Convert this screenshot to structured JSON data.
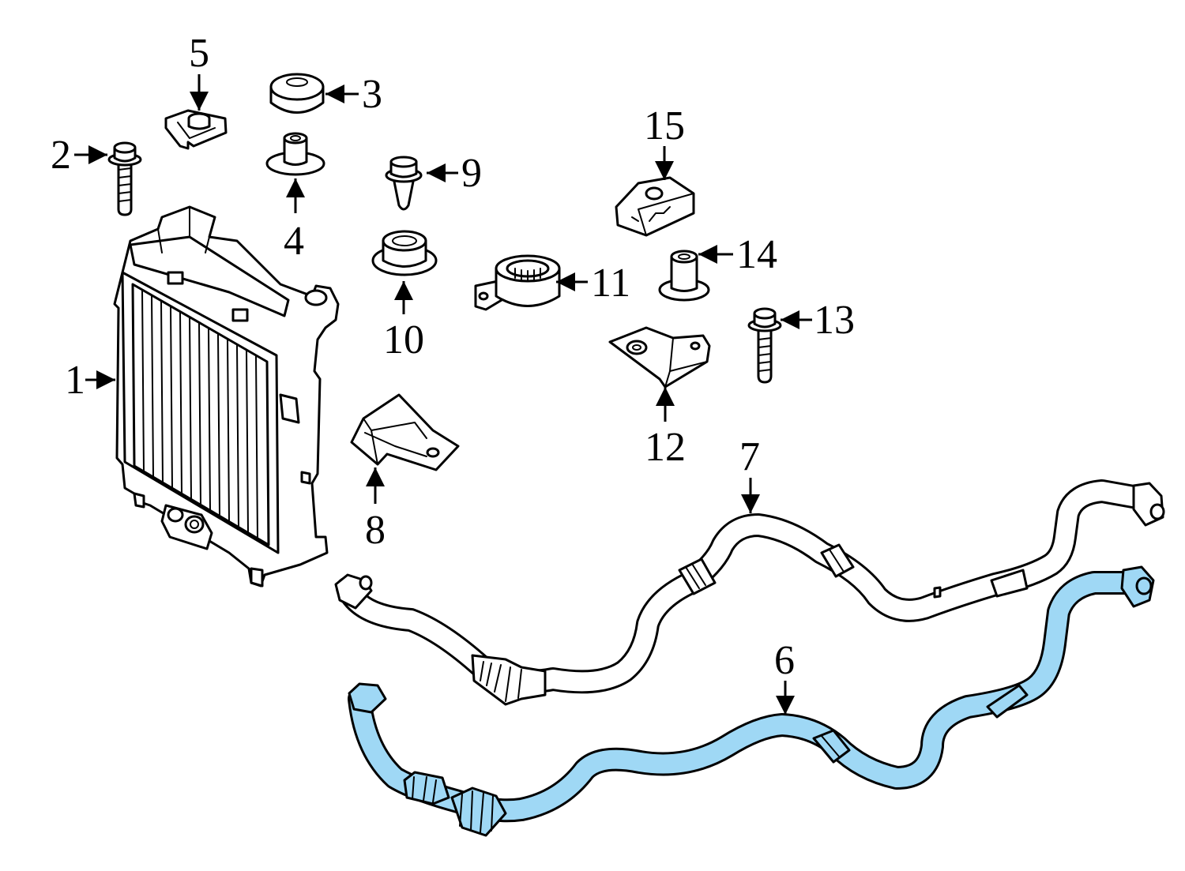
{
  "colors": {
    "highlight": "#9fd8f5",
    "line": "#000000",
    "background": "#ffffff"
  },
  "callouts": {
    "c1": "1",
    "c2": "2",
    "c3": "3",
    "c4": "4",
    "c5": "5",
    "c6": "6",
    "c7": "7",
    "c8": "8",
    "c9": "9",
    "c10": "10",
    "c11": "11",
    "c12": "12",
    "c13": "13",
    "c14": "14",
    "c15": "15"
  }
}
